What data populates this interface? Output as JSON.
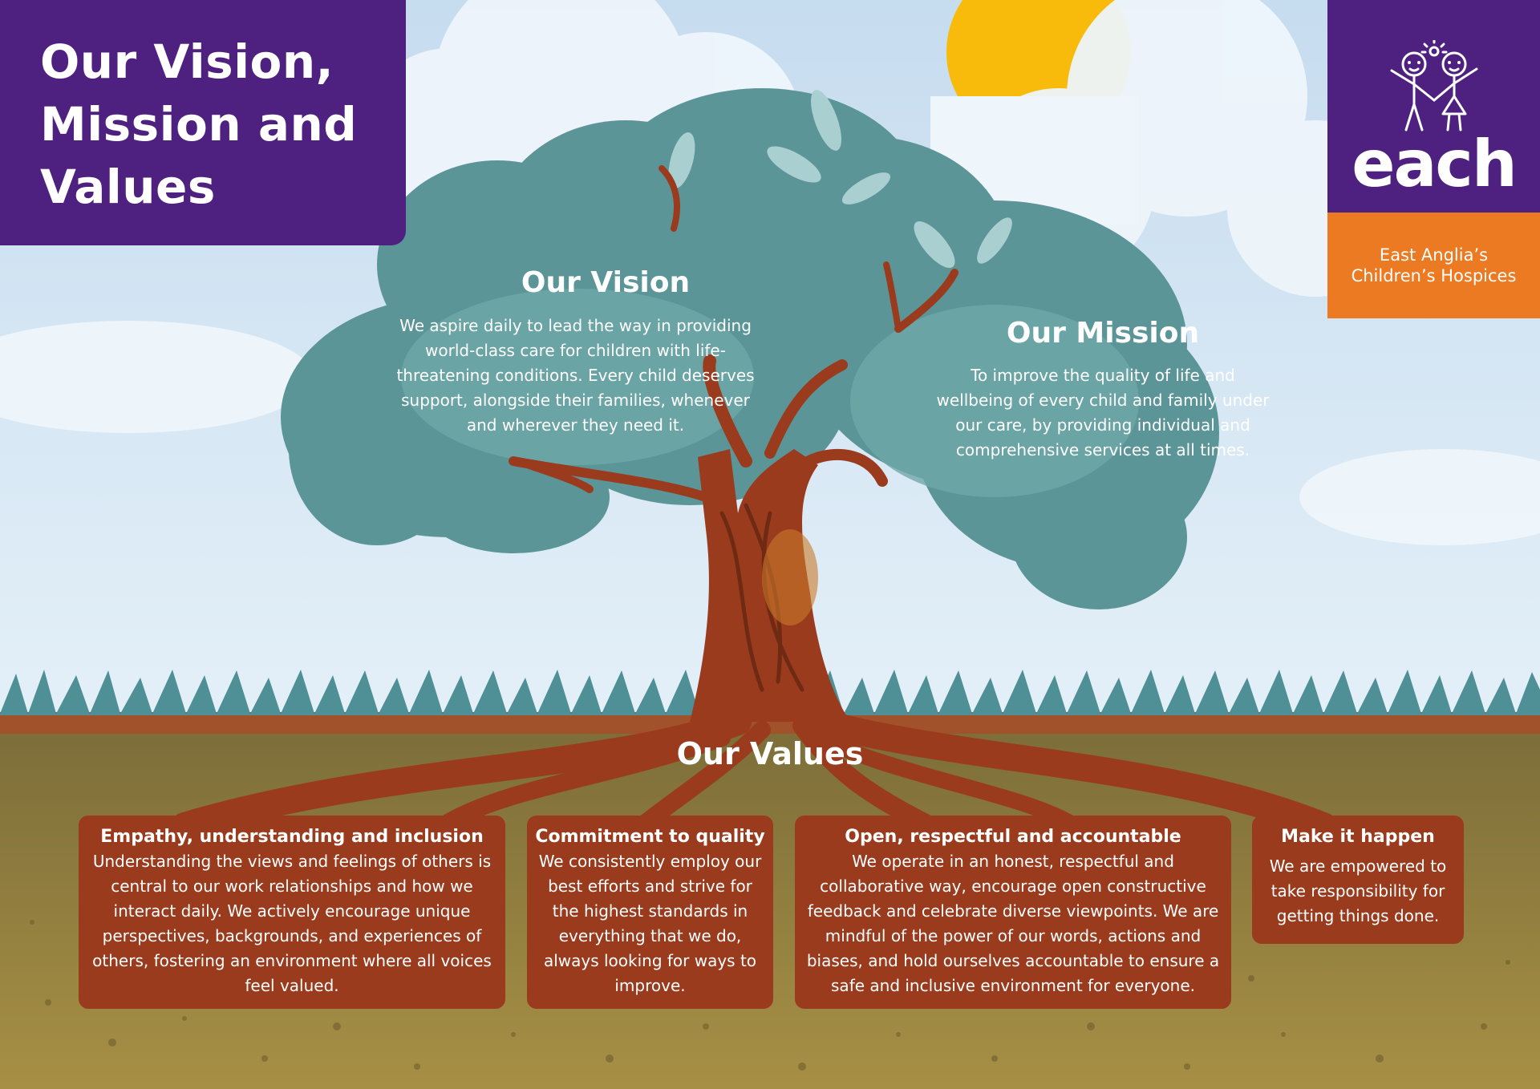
{
  "title": {
    "line1": "Our Vision,",
    "line2": "Mission and",
    "line3": "Values"
  },
  "logo": {
    "wordmark": "each",
    "subtitle_line1": "East Anglia’s",
    "subtitle_line2": "Children’s Hospices",
    "icon": "two-children-holding-hands-icon"
  },
  "vision": {
    "heading": "Our Vision",
    "text": "We aspire daily to lead the way in providing world-class care for children with life-threatening conditions. Every child deserves support, alongside their families, whenever and wherever they need it."
  },
  "mission": {
    "heading": "Our Mission",
    "text": "To improve the quality of life and wellbeing of every child and family under our care, by providing individual and comprehensive services at all times."
  },
  "values": {
    "heading": "Our Values",
    "items": [
      {
        "title": "Empathy, understanding and inclusion",
        "text": "Understanding the views and feelings of others is central to our work relationships and how we interact daily. We actively encourage unique perspectives, backgrounds, and experiences of others, fostering an environment where all voices feel valued."
      },
      {
        "title": "Commitment to quality",
        "text": "We consistently employ our best efforts and strive for the highest standards in everything that we do, always looking for ways to improve."
      },
      {
        "title": "Open, respectful and accountable",
        "text": "We operate in an honest, respectful and collaborative way, encourage open constructive feedback and celebrate diverse viewpoints. We are mindful of the power of our words, actions and biases, and hold ourselves accountable to ensure a safe and inclusive environment for everyone."
      },
      {
        "title": "Make it happen",
        "text": "We are empowered to take responsibility for getting things done."
      }
    ]
  },
  "colors": {
    "brand_purple": "#4e2180",
    "brand_orange": "#ec7a22",
    "foliage": "#5b9598",
    "trunk": "#9a3b1e",
    "sun": "#f8bb0c",
    "sky": "#cfe3f2",
    "soil": "#8c7c3c"
  }
}
